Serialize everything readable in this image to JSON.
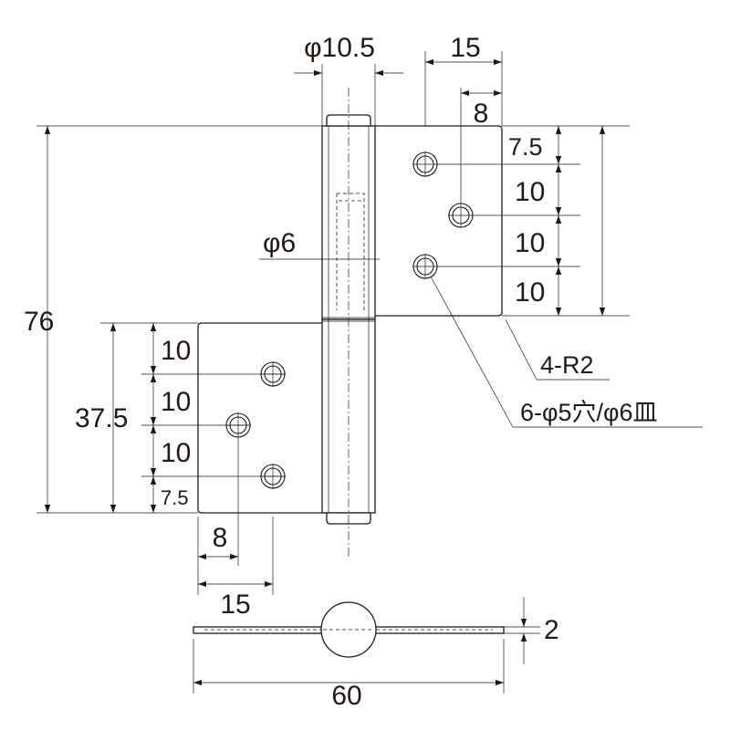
{
  "colors": {
    "line": "#231815",
    "background": "#ffffff"
  },
  "labels": {
    "pin_dia": "φ10.5",
    "top_width": "15",
    "top_offset": "8",
    "top_v1": "7.5",
    "top_v2": "10",
    "top_v3": "10",
    "top_v4": "10",
    "hole_pin": "φ6",
    "height_total": "76",
    "corner": "4-R2",
    "holes": "6-φ5穴/φ6皿",
    "bottom_v1": "10",
    "bottom_v2": "10",
    "bottom_v3": "10",
    "bottom_v4": "7.5",
    "bottom_height": "37.5",
    "bottom_offset": "8",
    "bottom_width": "15",
    "thickness": "2",
    "total_width": "60"
  }
}
